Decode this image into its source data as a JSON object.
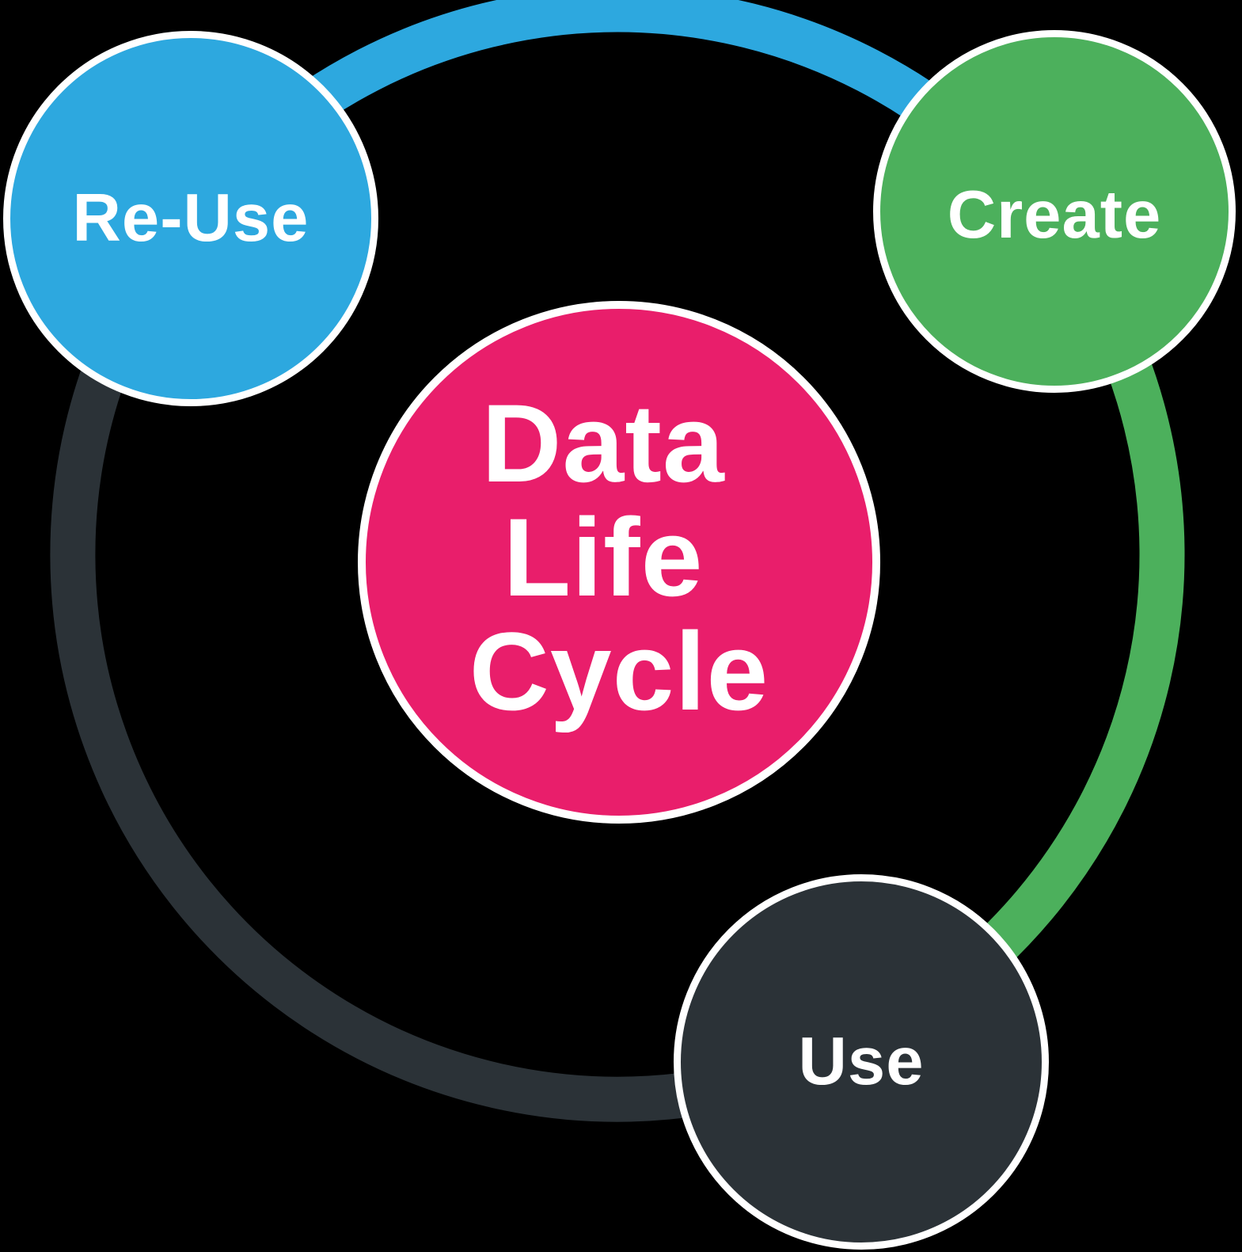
{
  "diagram": {
    "title": "Data Life Cycle",
    "background_color": "#000000",
    "outline_color": "#FFFFFF",
    "text_color": "#FFFFFF"
  },
  "center_node": {
    "lines": [
      "Data",
      "Life",
      "Cycle"
    ],
    "color": "#E91E6B"
  },
  "nodes": {
    "reuse": {
      "label": "Re-Use",
      "color": "#2DA8DF"
    },
    "create": {
      "label": "Create",
      "color": "#4CB05C"
    },
    "use": {
      "label": "Use",
      "color": "#2B3237"
    }
  },
  "ring_segments": {
    "reuse_to_create": {
      "color": "#2DA8DF"
    },
    "create_to_use": {
      "color": "#4CB05C"
    },
    "use_to_reuse": {
      "color": "#2B3237"
    }
  }
}
